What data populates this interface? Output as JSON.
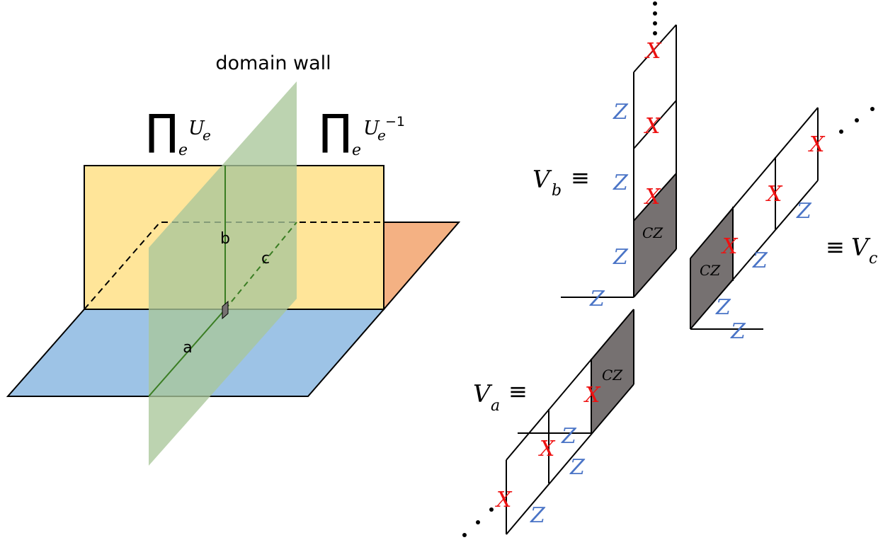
{
  "left_figure": {
    "wall_label": "domain wall",
    "prod_left": {
      "symbol": "∏",
      "sub": "e",
      "op": "U",
      "op_sub": "e",
      "op_sup": ""
    },
    "prod_right": {
      "symbol": "∏",
      "sub": "e",
      "op": "U",
      "op_sub": "e",
      "op_sup": "−1"
    },
    "edge_a": "a",
    "edge_b": "b",
    "edge_c": "c"
  },
  "right_figure": {
    "va": {
      "symbol": "V",
      "sub": "a",
      "equiv": "≡"
    },
    "vb": {
      "symbol": "V",
      "sub": "b",
      "equiv": "≡"
    },
    "vc": {
      "symbol": "V",
      "sub": "c",
      "equiv": "≡"
    },
    "x_op": "X",
    "z_op": "Z",
    "cz_op": "CZ"
  },
  "colors": {
    "yellow_plane": "#ffe599",
    "blue_plane": "#9dc3e6",
    "orange_plane": "#f4b183",
    "green_wall": "#a9c79a",
    "shaded_plaquette": "#767171",
    "x_color": "#ee1111",
    "z_color": "#4a74c6"
  }
}
